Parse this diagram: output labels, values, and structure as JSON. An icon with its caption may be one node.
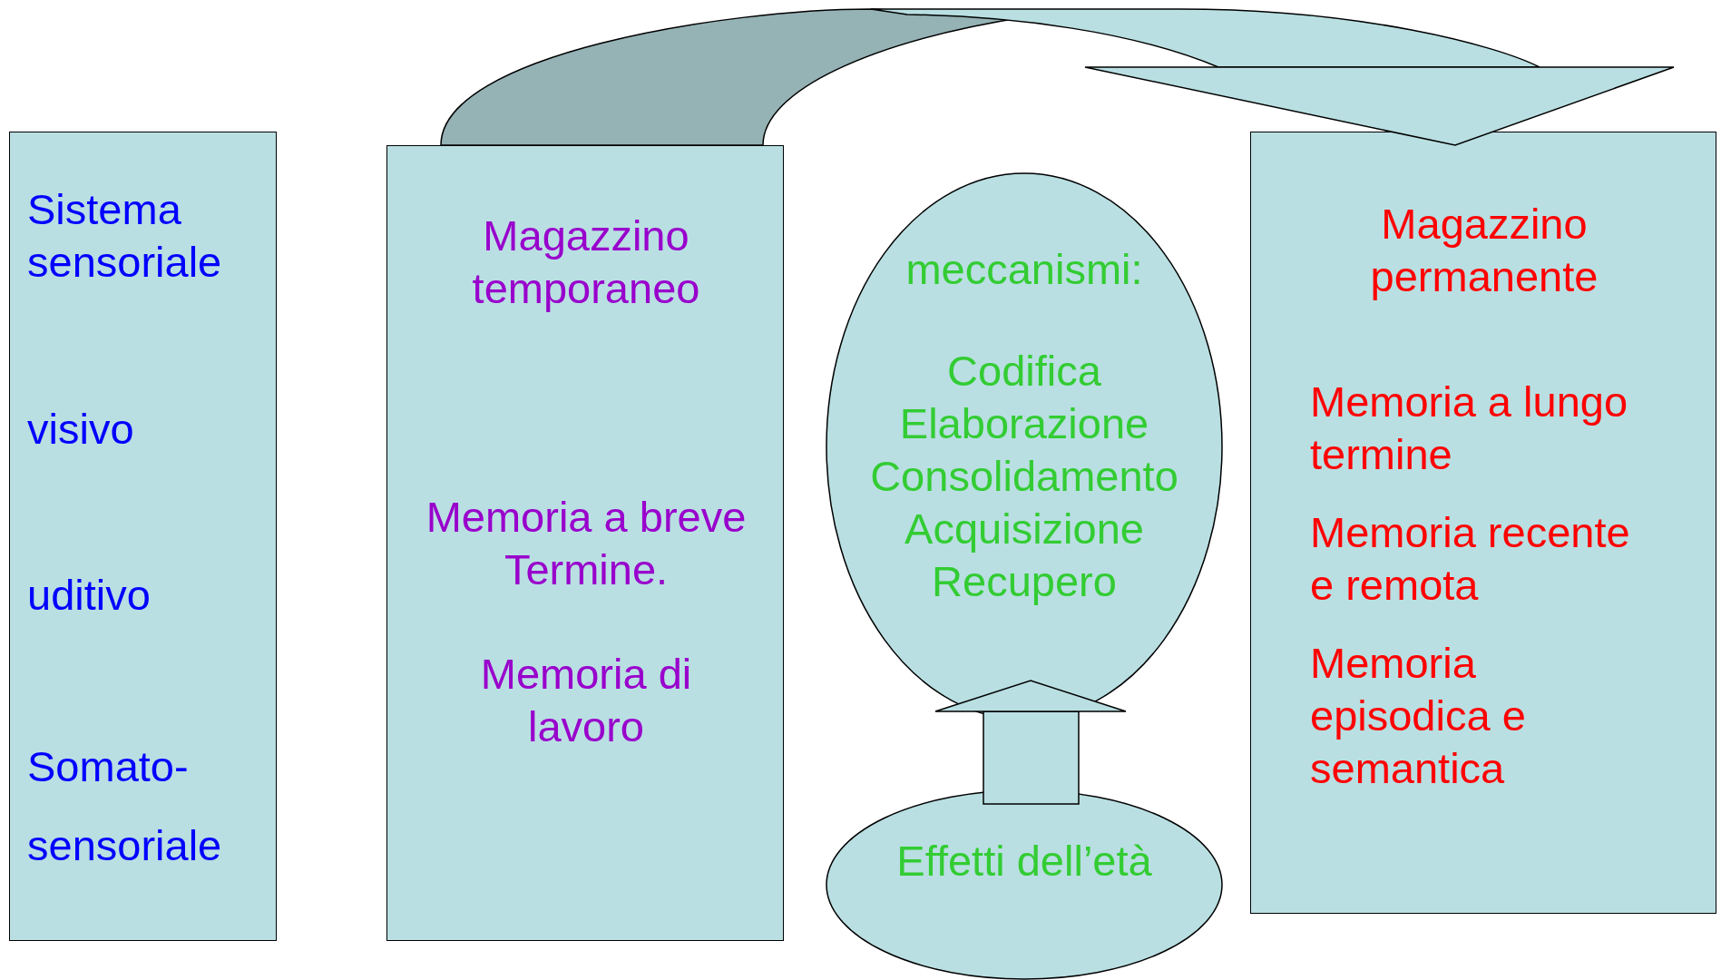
{
  "diagram": {
    "nodes": [
      {
        "text": [
          "Sistema sensoriale",
          "visivo",
          "uditivo",
          "Somato- sensoriale"
        ]
      },
      {
        "text": [
          "Magazzino temporaneo",
          "Memoria a breve Termine.",
          "Memoria di lavoro"
        ]
      },
      {
        "text": [
          "meccanismi:",
          "Codifica",
          "Elaborazione",
          "Consolidamento",
          "Acquisizione",
          "Recupero"
        ]
      },
      {
        "text": [
          "Effetti dell’età"
        ]
      },
      {
        "text": [
          "Magazzino permanente",
          "Memoria a lungo termine",
          "Memoria recente e remota",
          "Memoria episodica e semantica"
        ]
      }
    ],
    "edges": [
      {
        "from": 1,
        "to": 4,
        "arrow": "to"
      },
      {
        "from": 3,
        "to": 2,
        "arrow": "to"
      }
    ]
  }
}
